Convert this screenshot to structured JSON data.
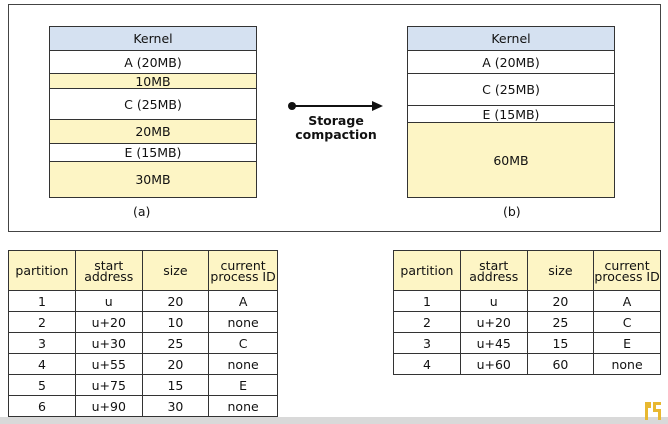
{
  "diagram_a": {
    "caption": "(a)",
    "blocks": [
      {
        "label": "Kernel",
        "type": "kernel"
      },
      {
        "label": "A (20MB)",
        "type": "used"
      },
      {
        "label": "10MB",
        "type": "free"
      },
      {
        "label": "C (25MB)",
        "type": "used"
      },
      {
        "label": "20MB",
        "type": "free"
      },
      {
        "label": "E (15MB)",
        "type": "used"
      },
      {
        "label": "30MB",
        "type": "free"
      }
    ]
  },
  "diagram_b": {
    "caption": "(b)",
    "blocks": [
      {
        "label": "Kernel",
        "type": "kernel"
      },
      {
        "label": "A (20MB)",
        "type": "used"
      },
      {
        "label": "C (25MB)",
        "type": "used"
      },
      {
        "label": "E (15MB)",
        "type": "used"
      },
      {
        "label": "60MB",
        "type": "free"
      }
    ]
  },
  "arrow": {
    "line1": "Storage",
    "line2": "compaction"
  },
  "table_a": {
    "headers": [
      "partition",
      "start address",
      "size",
      "current process ID"
    ],
    "rows": [
      [
        "1",
        "u",
        "20",
        "A"
      ],
      [
        "2",
        "u+20",
        "10",
        "none"
      ],
      [
        "3",
        "u+30",
        "25",
        "C"
      ],
      [
        "4",
        "u+55",
        "20",
        "none"
      ],
      [
        "5",
        "u+75",
        "15",
        "E"
      ],
      [
        "6",
        "u+90",
        "30",
        "none"
      ]
    ]
  },
  "table_b": {
    "headers": [
      "partition",
      "start address",
      "size",
      "current process ID"
    ],
    "rows": [
      [
        "1",
        "u",
        "20",
        "A"
      ],
      [
        "2",
        "u+20",
        "25",
        "C"
      ],
      [
        "3",
        "u+45",
        "15",
        "E"
      ],
      [
        "4",
        "u+60",
        "60",
        "none"
      ]
    ]
  },
  "colors": {
    "kernel": "#d5e1f1",
    "free": "#fdf5c5",
    "used": "#ffffff",
    "logo": "#e8b830"
  }
}
